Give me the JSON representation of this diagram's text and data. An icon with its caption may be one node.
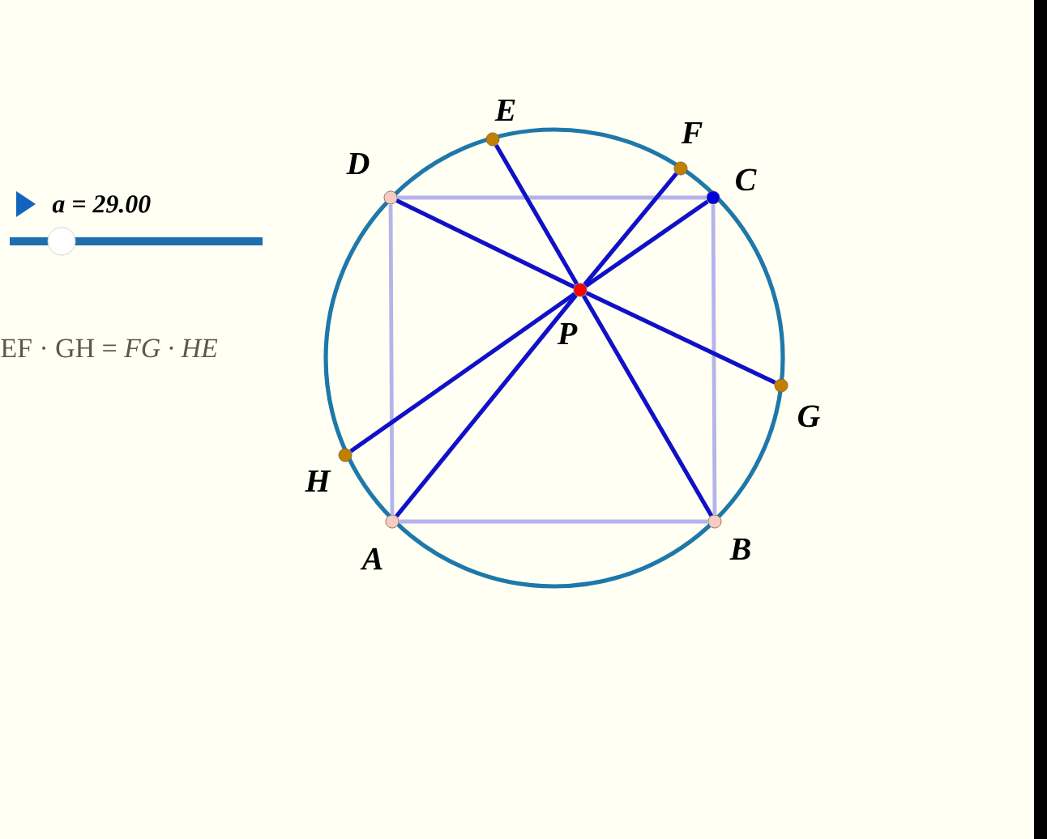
{
  "diagram": {
    "nodes": [
      {
        "text": [
          "A"
        ]
      },
      {
        "text": [
          "B"
        ]
      },
      {
        "text": [
          "C"
        ]
      },
      {
        "text": [
          "D"
        ]
      },
      {
        "text": [
          "E"
        ]
      },
      {
        "text": [
          "F"
        ]
      },
      {
        "text": [
          "G"
        ]
      },
      {
        "text": [
          "H"
        ]
      },
      {
        "text": [
          "P"
        ]
      }
    ],
    "edges": [
      {
        "from": 0,
        "to": 1,
        "arrow": "none",
        "color": "#b4b4ec"
      },
      {
        "from": 1,
        "to": 2,
        "arrow": "none",
        "color": "#b4b4ec"
      },
      {
        "from": 2,
        "to": 3,
        "arrow": "none",
        "color": "#b4b4ec"
      },
      {
        "from": 3,
        "to": 0,
        "arrow": "none",
        "color": "#b4b4ec"
      },
      {
        "from": 8,
        "to": 0,
        "arrow": "none"
      },
      {
        "from": 8,
        "to": 1,
        "arrow": "none"
      },
      {
        "from": 8,
        "to": 2,
        "arrow": "none"
      },
      {
        "from": 8,
        "to": 3,
        "arrow": "none"
      },
      {
        "from": 8,
        "to": 4,
        "arrow": "none"
      },
      {
        "from": 8,
        "to": 5,
        "arrow": "none"
      },
      {
        "from": 8,
        "to": 6,
        "arrow": "none"
      },
      {
        "from": 8,
        "to": 7,
        "arrow": "none"
      }
    ],
    "labels": [
      "a = 29.00",
      "EF · GH = *FG · HE*"
    ]
  }
}
